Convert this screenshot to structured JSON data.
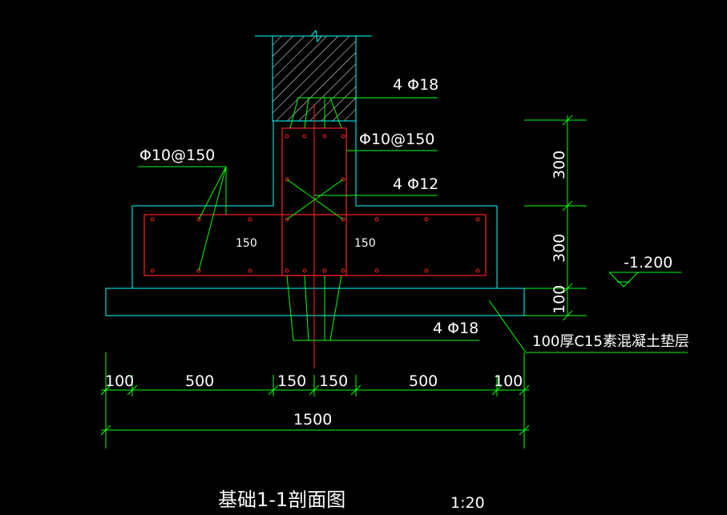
{
  "colors": {
    "background": "#000000",
    "outline": "#00ffff",
    "rebar": "#ff2020",
    "leader": "#00ff00",
    "text": "#ffffff",
    "hatch": "#ffffff"
  },
  "labels": {
    "column_main_bars": "4 Φ18",
    "column_stirrup": "Φ10@150",
    "beam_stirrup_left": "Φ10@150",
    "beam_side_bars": "4 Φ12",
    "bottom_bars": "4 Φ18",
    "cover_left": "150",
    "cover_right": "150",
    "cushion_note": "100厚C15素混凝土垫层",
    "elevation": "-1.200"
  },
  "dimensions": {
    "vertical": [
      "300",
      "300",
      "100"
    ],
    "horizontal": [
      "100",
      "500",
      "150",
      "150",
      "500",
      "100"
    ],
    "total": "1500"
  },
  "title": {
    "name": "基础1-1剖面图",
    "scale": "1:20"
  }
}
